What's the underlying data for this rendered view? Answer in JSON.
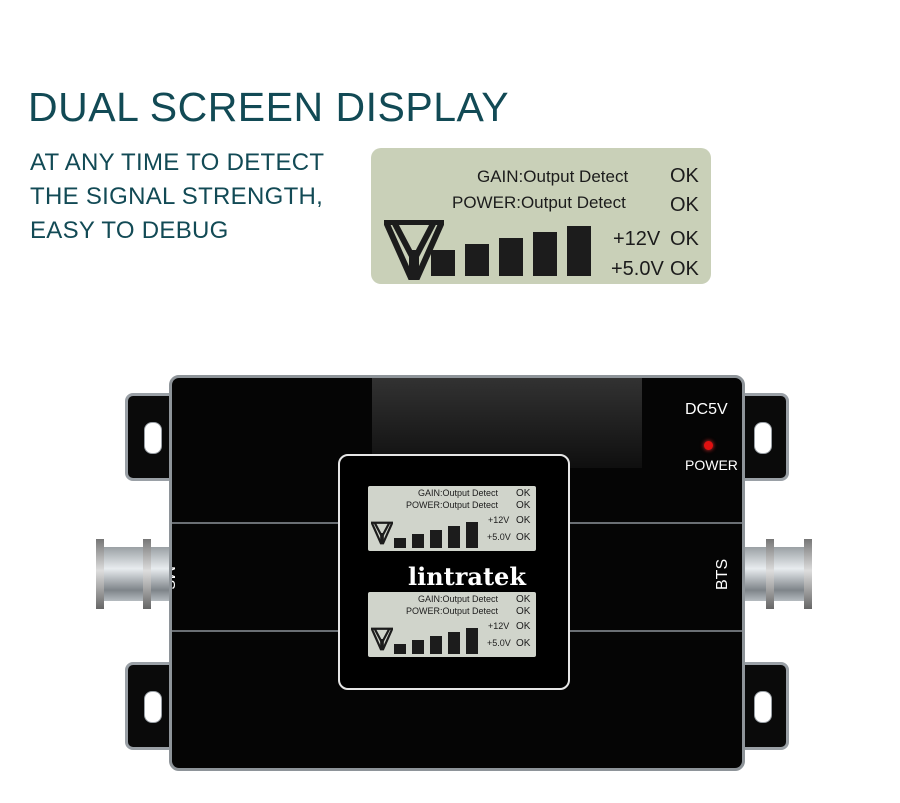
{
  "headline": "DUAL SCREEN DISPLAY",
  "subtitle": [
    "AT ANY TIME TO DETECT",
    "THE SIGNAL STRENGTH,",
    "EASY TO DEBUG"
  ],
  "lcd": {
    "gain_label": "GAIN:Output Detect",
    "power_label": "POWER:Output Detect",
    "v12_label": "+12V",
    "v5_label": "+5.0V",
    "ok": "OK",
    "signal_bars": 5,
    "antenna_icon": "antenna-icon"
  },
  "device": {
    "dc_label": "DC5V",
    "power_label": "POWER",
    "left_port": "MS",
    "right_port": "BTS",
    "brand": "lintratek",
    "led_color": "#e01010"
  }
}
